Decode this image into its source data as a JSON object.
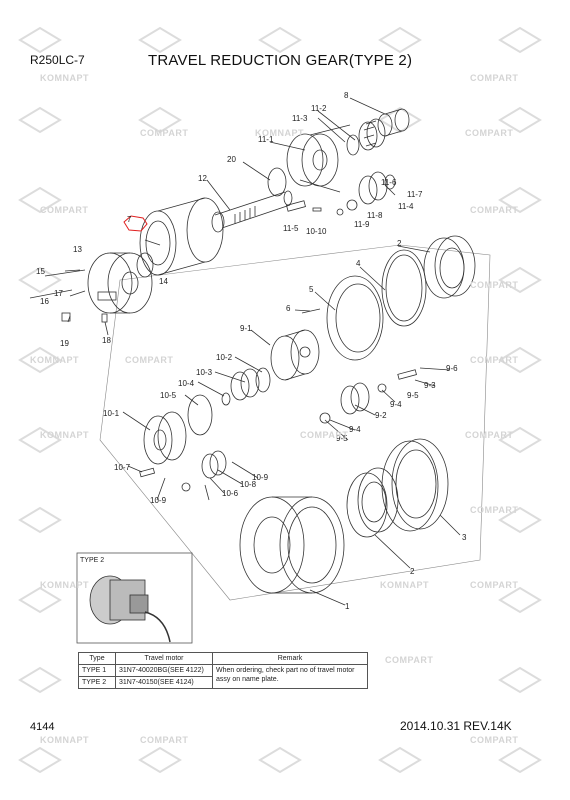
{
  "header": {
    "model": "R250LC-7",
    "title": "TRAVEL REDUCTION GEAR(TYPE 2)"
  },
  "footer": {
    "page": "4144",
    "date_rev": "2014.10.31 REV.14K"
  },
  "watermark": {
    "komnapt": "KOMNAPT",
    "compart": "COMPART"
  },
  "inset": {
    "label": "TYPE 2"
  },
  "table": {
    "headers": [
      "Type",
      "Travel motor",
      "Remark"
    ],
    "rows": [
      [
        "TYPE 1",
        "31N7-40020BG(SEE 4122)",
        "When ordering, check part no of travel motor assy on name plate."
      ],
      [
        "TYPE 2",
        "31N7-40150(SEE 4124)",
        ""
      ]
    ]
  },
  "callouts": [
    "8",
    "11-2",
    "11-3",
    "11-1",
    "20",
    "12",
    "7",
    "11-6",
    "11-7",
    "11-4",
    "11-8",
    "11-9",
    "11-5",
    "10-10",
    "13",
    "14",
    "15",
    "17",
    "16",
    "19",
    "18",
    "2",
    "4",
    "5",
    "6",
    "9-1",
    "10-2",
    "10-3",
    "10-4",
    "10-5",
    "9-6",
    "9-3",
    "9-5",
    "9-4",
    "9-2",
    "9-4",
    "9-5",
    "10-1",
    "10-7",
    "10-9",
    "10-6",
    "10-8",
    "10-9",
    "3",
    "2",
    "1"
  ],
  "colors": {
    "line": "#333333",
    "callout_highlight": "#e02020",
    "watermark": "#d4d4d4"
  }
}
